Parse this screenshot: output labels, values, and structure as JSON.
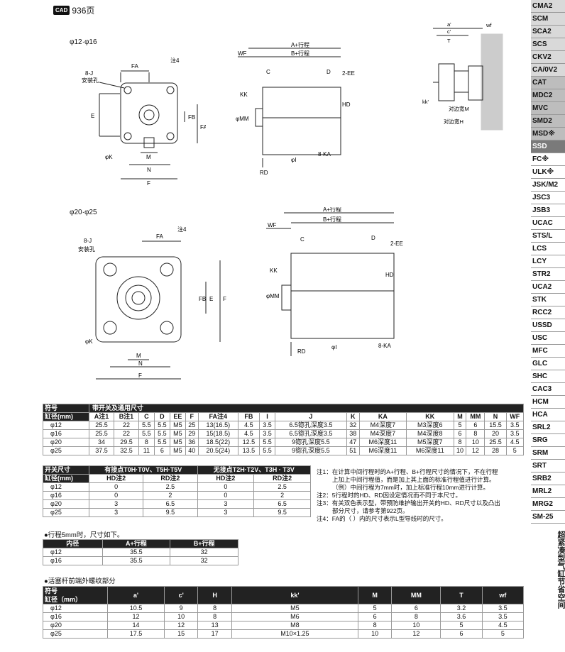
{
  "header": {
    "cad_label": "CAD",
    "page_ref": "936页"
  },
  "diagrams": {
    "top_title": "φ12·φ16",
    "bottom_title": "φ20·φ25",
    "front": {
      "eight_j": "8-J",
      "mount_hole": "安装孔",
      "fa": "FA",
      "note4": "注4",
      "e": "E",
      "fb": "FB",
      "fa_v": "FA",
      "k": "φK",
      "m": "M",
      "n": "N",
      "f": "F"
    },
    "side": {
      "a_stroke": "A+行程",
      "b_stroke": "B+行程",
      "wf": "WF",
      "c": "C",
      "d": "D",
      "ee": "2-EE",
      "kk": "KK",
      "mm": "φMM",
      "hd": "HD",
      "rd": "RD",
      "i": "φI",
      "ka": "8-KA"
    },
    "rod": {
      "a": "a'",
      "c": "c'",
      "t": "T",
      "wf": "wf",
      "kk": "kk'",
      "wm": "对边宽M",
      "wh": "对边宽H"
    },
    "front2": {
      "eight_j": "8-J",
      "mount_hole": "安装孔",
      "fa": "FA",
      "note4": "注4",
      "fb": "FB",
      "e": "E",
      "f_v": "F",
      "k": "φK",
      "m": "M",
      "n": "N",
      "f": "F"
    },
    "side2": {
      "a_stroke": "A+行程",
      "b_stroke": "B+行程",
      "wf": "WF",
      "c": "C",
      "d": "D",
      "ee": "2-EE",
      "kk": "KK",
      "mm": "φMM",
      "hd": "HD",
      "rd": "RD",
      "i": "φI",
      "ka": "8-KA"
    }
  },
  "nav": [
    "CMA2",
    "SCM",
    "SCA2",
    "SCS",
    "CKV2",
    "CA/0V2",
    "CAT",
    "MDC2",
    "MVC",
    "SMD2",
    "MSD※",
    "SSD",
    "FC※",
    "ULK※",
    "JSK/M2",
    "JSC3",
    "JSB3",
    "UCAC",
    "STS/L",
    "LCS",
    "LCY",
    "STR2",
    "UCA2",
    "STK",
    "RCC2",
    "USSD",
    "USC",
    "MFC",
    "GLC",
    "SHC",
    "CAC3",
    "HCM",
    "HCA",
    "SRL2",
    "SRG",
    "SRM",
    "SRT",
    "SRB2",
    "MRL2",
    "MRG2",
    "SM-25"
  ],
  "nav_vertical": "超紧凑型气缸节省空间",
  "main_table": {
    "corner_top": "符号",
    "group": "带开关及通用尺寸",
    "corner_bottom": "缸径(mm)",
    "headers": [
      "A注1",
      "B注1",
      "C",
      "D",
      "EE",
      "F",
      "FA注4",
      "FB",
      "I",
      "J",
      "K",
      "KA",
      "KK",
      "M",
      "MM",
      "N",
      "WF"
    ],
    "rows": [
      [
        "φ12",
        "25.5",
        "22",
        "5.5",
        "5.5",
        "M5",
        "25",
        "13(16.5)",
        "4.5",
        "3.5",
        "6.5锪孔深度3.5",
        "32",
        "M4深度7",
        "M3深度6",
        "5",
        "6",
        "15.5",
        "3.5"
      ],
      [
        "φ16",
        "25.5",
        "22",
        "5.5",
        "5.5",
        "M5",
        "29",
        "15(18.5)",
        "4.5",
        "3.5",
        "6.5锪孔深度3.5",
        "38",
        "M4深度7",
        "M4深度8",
        "6",
        "8",
        "20",
        "3.5"
      ],
      [
        "φ20",
        "34",
        "29.5",
        "8",
        "5.5",
        "M5",
        "36",
        "18.5(22)",
        "12.5",
        "5.5",
        "9锪孔深度5.5",
        "47",
        "M6深度11",
        "M5深度7",
        "8",
        "10",
        "25.5",
        "4.5"
      ],
      [
        "φ25",
        "37.5",
        "32.5",
        "11",
        "6",
        "M5",
        "40",
        "20.5(24)",
        "13.5",
        "5.5",
        "9锪孔深度5.5",
        "51",
        "M6深度11",
        "M6深度11",
        "10",
        "12",
        "28",
        "5"
      ]
    ]
  },
  "switch_table": {
    "corner_top": "开关尺寸",
    "group1": "有接点T0H·T0V、T5H·T5V",
    "group2": "无接点T2H·T2V、T3H · T3V",
    "corner_bottom": "缸径(mm)",
    "h1": "HD注2",
    "h2": "RD注2",
    "h3": "HD注2",
    "h4": "RD注2",
    "rows": [
      [
        "φ12",
        "0",
        "2.5",
        "0",
        "2.5"
      ],
      [
        "φ16",
        "0",
        "2",
        "0",
        "2"
      ],
      [
        "φ20",
        "3",
        "6.5",
        "3",
        "6.5"
      ],
      [
        "φ25",
        "3",
        "9.5",
        "3",
        "9.5"
      ]
    ]
  },
  "notes": [
    "注1：在计算中间行程时的A+行程、B+行程尺寸的情况下，不在行程",
    "上加上中间行程值，而是加上其上面的标准行程值进行计算。",
    "（例）中间行程为7mm时，加上标准行程10mm进行计算。",
    "注2：5行程时的HD、RD因设定情况而不同于本尺寸。",
    "注3：有关双色表示型，带预防维护输出开关的HD、RD尺寸以及凸出",
    "部分尺寸，请参考第922页。",
    "注4：FA的（  ）内的尺寸表示L型导线时的尺寸。"
  ],
  "stroke5": {
    "title": "●行程5mm时，尺寸如下。",
    "headers": [
      "内径",
      "A+行程",
      "B+行程"
    ],
    "rows": [
      [
        "φ12",
        "35.5",
        "32"
      ],
      [
        "φ16",
        "35.5",
        "32"
      ]
    ]
  },
  "rod_table": {
    "title": "●活塞杆前端外螺纹部分",
    "corner_top": "符号",
    "corner_bottom": "缸径（mm）",
    "headers": [
      "a'",
      "c'",
      "H",
      "kk'",
      "M",
      "MM",
      "T",
      "wf"
    ],
    "rows": [
      [
        "φ12",
        "10.5",
        "9",
        "8",
        "M5",
        "5",
        "6",
        "3.2",
        "3.5"
      ],
      [
        "φ16",
        "12",
        "10",
        "8",
        "M6",
        "6",
        "8",
        "3.6",
        "3.5"
      ],
      [
        "φ20",
        "14",
        "12",
        "13",
        "M8",
        "8",
        "10",
        "5",
        "4.5"
      ],
      [
        "φ25",
        "17.5",
        "15",
        "17",
        "M10×1.25",
        "10",
        "12",
        "6",
        "5"
      ]
    ]
  }
}
